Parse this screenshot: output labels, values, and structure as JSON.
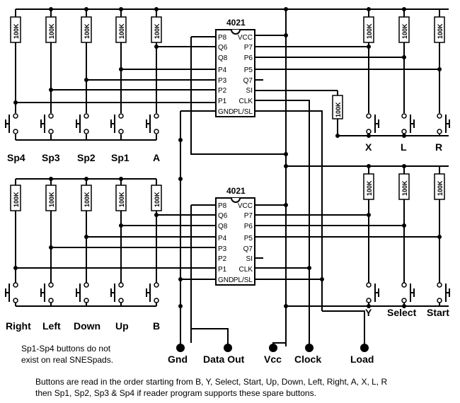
{
  "chips": {
    "top": {
      "name": "4021",
      "left_pins": [
        "P8",
        "Q6",
        "Q8",
        "P4",
        "P3",
        "P2",
        "P1",
        "GND"
      ],
      "right_pins": [
        "VCC",
        "P7",
        "P6",
        "P5",
        "Q7",
        "SI",
        "CLK",
        "PL/SL"
      ]
    },
    "bottom": {
      "name": "4021",
      "left_pins": [
        "P8",
        "Q6",
        "Q8",
        "P4",
        "P3",
        "P2",
        "P1",
        "GND"
      ],
      "right_pins": [
        "VCC",
        "P7",
        "P6",
        "P5",
        "Q7",
        "SI",
        "CLK",
        "PL/SL"
      ]
    }
  },
  "resistor_value": "100K",
  "buttons": {
    "row1": [
      "Sp4",
      "Sp3",
      "Sp2",
      "Sp1",
      "A"
    ],
    "row1_right": [
      "X",
      "L",
      "R"
    ],
    "row2": [
      "Right",
      "Left",
      "Down",
      "Up",
      "B"
    ],
    "row2_right": [
      "Y",
      "Select",
      "Start"
    ]
  },
  "connectors": [
    "Gnd",
    "Data Out",
    "Vcc",
    "Clock",
    "Load"
  ],
  "notes": {
    "spare_1": "Sp1-Sp4 buttons do not",
    "spare_2": "exist on real SNESpads.",
    "order_1": "Buttons are read in the order starting from B, Y, Select, Start, Up, Down, Left, Right, A, X, L, R",
    "order_2": "then Sp1, Sp2, Sp3 & Sp4 if reader program supports these spare buttons."
  }
}
